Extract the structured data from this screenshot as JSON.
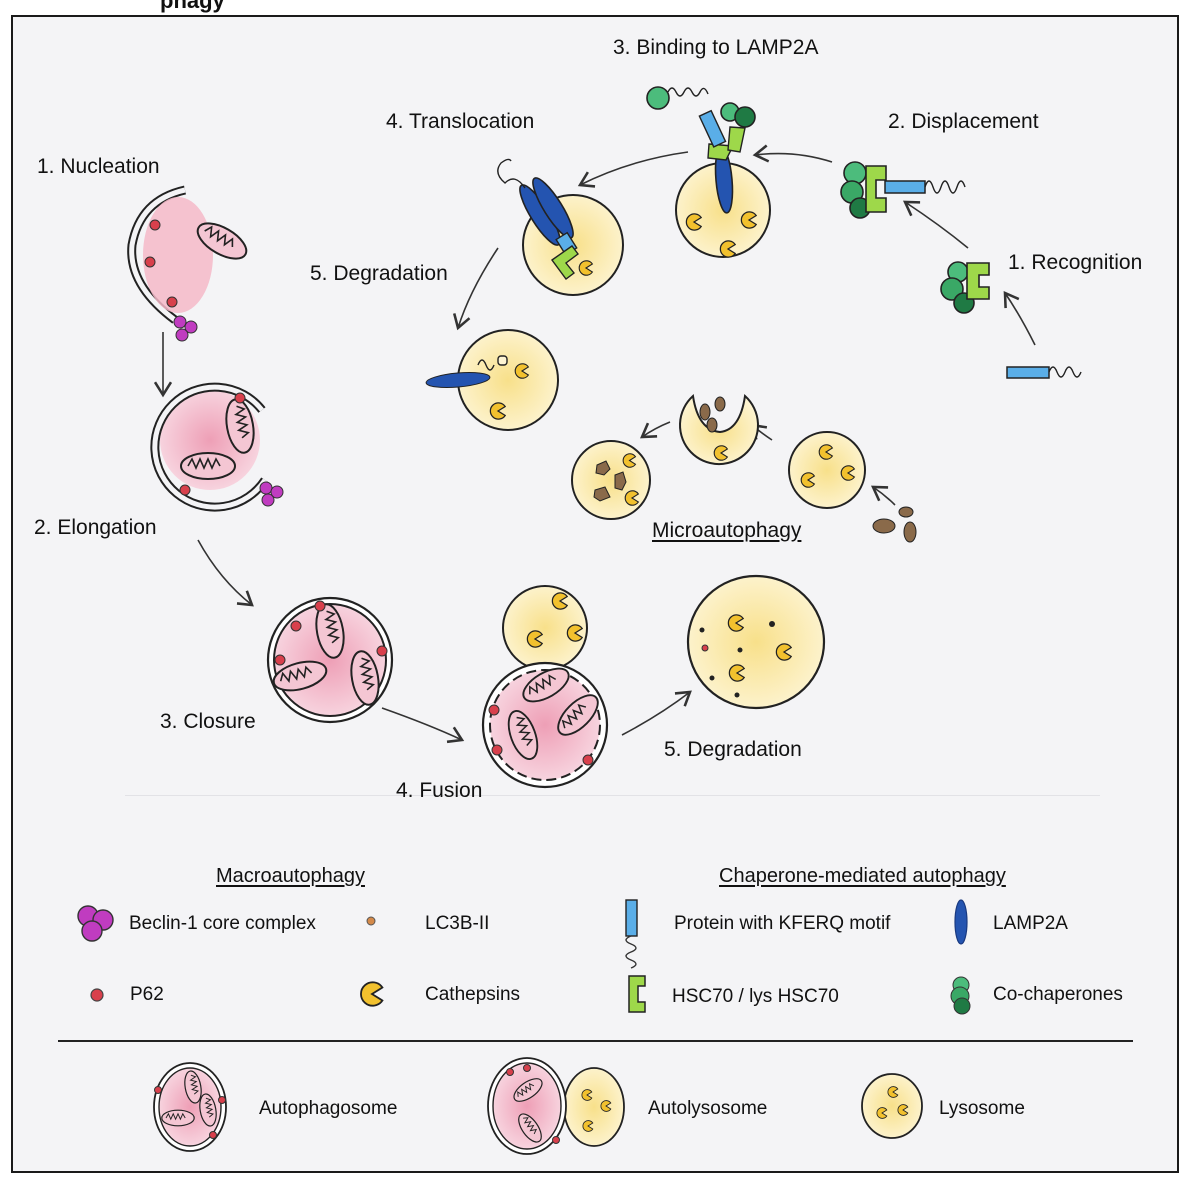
{
  "title_fragment": "phagy",
  "macroautophagy": {
    "steps": [
      "1. Nucleation",
      "2. Elongation",
      "3. Closure",
      "4. Fusion",
      "5. Degradation"
    ]
  },
  "cma": {
    "steps": [
      "1. Recognition",
      "2. Displacement",
      "3. Binding to LAMP2A",
      "4. Translocation",
      "5. Degradation"
    ]
  },
  "microautophagy": {
    "label": "Microautophagy"
  },
  "legend": {
    "macro": {
      "heading": "Macroautophagy",
      "items": [
        {
          "label": "Beclin-1 core complex",
          "icon": "beclin-complex-icon"
        },
        {
          "label": "LC3B-II",
          "icon": "lc3b-dot-icon"
        },
        {
          "label": "P62",
          "icon": "p62-dot-icon"
        },
        {
          "label": "Cathepsins",
          "icon": "cathepsin-icon"
        }
      ]
    },
    "cma": {
      "heading": "Chaperone-mediated autophagy",
      "items": [
        {
          "label": "Protein with KFERQ motif",
          "icon": "kferq-protein-icon"
        },
        {
          "label": "LAMP2A",
          "icon": "lamp2a-icon"
        },
        {
          "label": "HSC70 / lys HSC70",
          "icon": "hsc70-icon"
        },
        {
          "label": "Co-chaperones",
          "icon": "co-chaperones-icon"
        }
      ]
    },
    "organelles": [
      {
        "label": "Autophagosome",
        "icon": "autophagosome-icon"
      },
      {
        "label": "Autolysosome",
        "icon": "autolysosome-icon"
      },
      {
        "label": "Lysosome",
        "icon": "lysosome-icon"
      }
    ]
  },
  "colors": {
    "pink": "#f2b8c8",
    "lysosome_yellow": "#fbe9a8",
    "cathepsin": "#f2c12e",
    "p62": "#d8404c",
    "lc3b": "#d48a4a",
    "beclin": "#c03cc0",
    "lamp2a": "#2454b0",
    "kferq": "#5aaee8",
    "hsc70": "#9ed84a",
    "cochaperone_light": "#4cbc7c",
    "cochaperone_dark": "#1f7a44",
    "cargo": "#8a6a4a"
  }
}
